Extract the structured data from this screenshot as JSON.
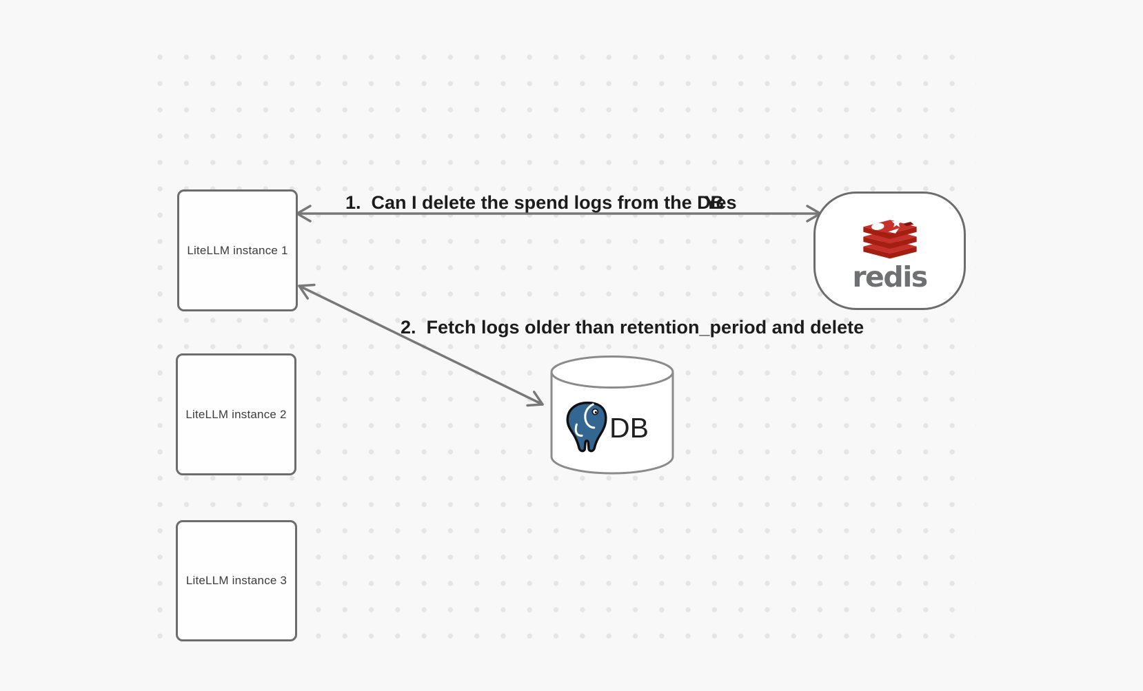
{
  "diagram": {
    "instances": [
      {
        "label": "LiteLLM instance 1"
      },
      {
        "label": "LiteLLM instance 2"
      },
      {
        "label": "LiteLLM instance 3"
      }
    ],
    "redis": {
      "wordmark": "redis",
      "icon": "redis-stack-logo"
    },
    "database": {
      "label": "DB",
      "icon": "postgresql-elephant-logo",
      "shape": "database-cylinder"
    },
    "flows": [
      {
        "label": "1.  Can I delete the spend logs from the DB",
        "response": "Yes",
        "from": "redis",
        "to": "LiteLLM instance 1"
      },
      {
        "label": "2.  Fetch logs older than retention_period and delete",
        "from": "LiteLLM instance 1",
        "to": "DB"
      }
    ],
    "colors": {
      "background": "#f8f8f8",
      "grid_dot": "#e5e5e5",
      "shape_stroke": "#6c6c6c",
      "cylinder_stroke": "#8b8b8b",
      "arrow": "#787878",
      "flow_label_text": "#1c1c1c",
      "node_text": "#3b3b3b",
      "redis_red": "#C6302B",
      "redis_dark_red": "#A41E11",
      "redis_wordmark_gray": "#6f7072",
      "postgres_blue": "#336791",
      "db_text": "#212121"
    }
  }
}
